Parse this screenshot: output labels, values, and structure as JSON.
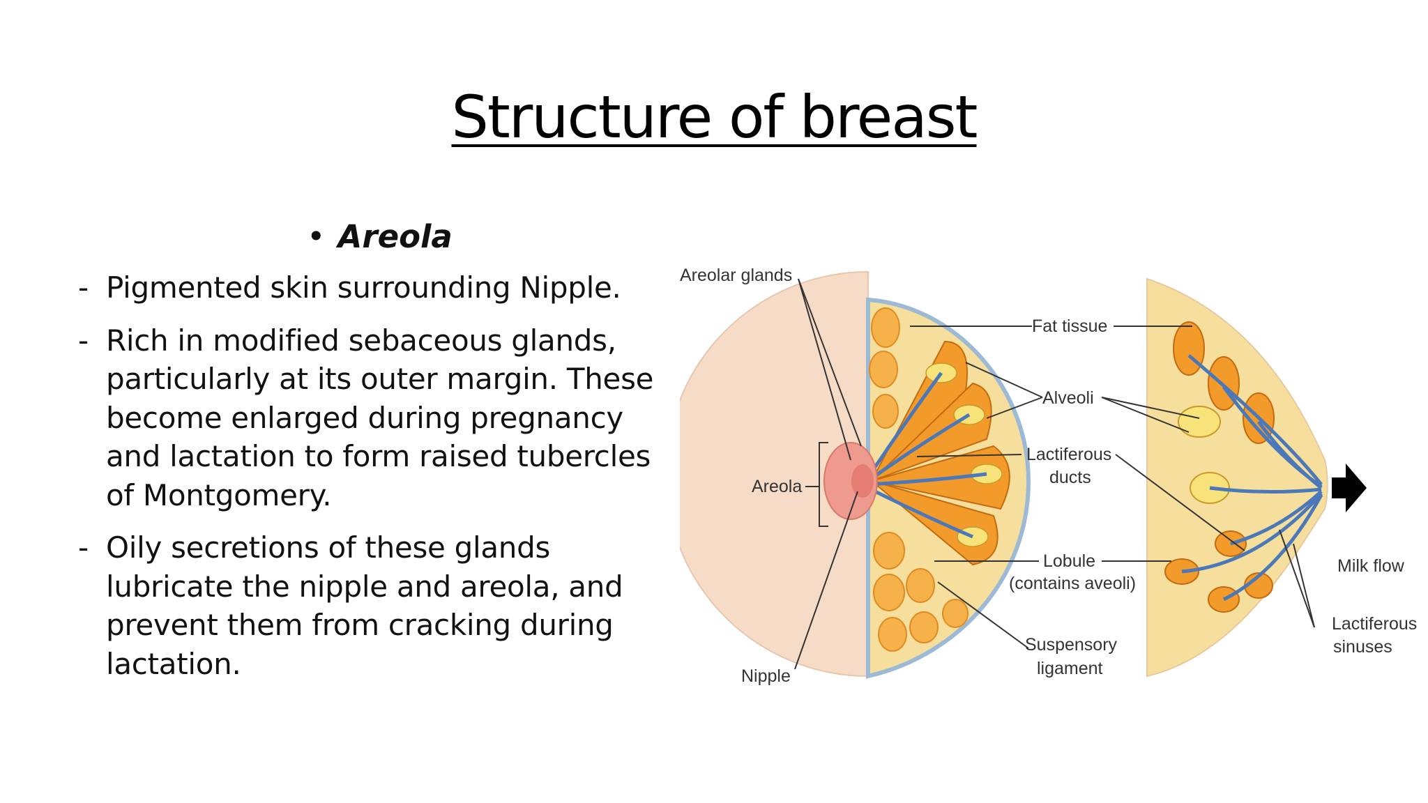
{
  "slide": {
    "title": "Structure of breast",
    "heading": {
      "bullet": "•",
      "text": "Areola"
    },
    "bullets": [
      {
        "dash": "-",
        "text": "Pigmented skin surrounding Nipple."
      },
      {
        "dash": "-",
        "text": "Rich in modified sebaceous glands, particularly at its outer margin. These become enlarged during pregnancy and lactation to form raised tubercles of Montgomery."
      },
      {
        "dash": "-",
        "text": "Oily secretions of these glands lubricate the nipple and areola, and prevent them from cracking during lactation."
      }
    ]
  },
  "diagram": {
    "labels": {
      "areolar_glands": "Areolar glands",
      "areola": "Areola",
      "nipple": "Nipple",
      "fat_tissue": "Fat tissue",
      "alveoli": "Alveoli",
      "lactiferous_ducts_1": "Lactiferous",
      "lactiferous_ducts_2": "ducts",
      "lobule_1": "Lobule",
      "lobule_2": "(contains aveoli)",
      "suspensory_1": "Suspensory",
      "suspensory_2": "ligament",
      "milk_flow": "Milk flow",
      "sinuses_1": "Lactiferous",
      "sinuses_2": "sinuses"
    },
    "colors": {
      "skin": "#f6dcc6",
      "areola": "#ee9a8e",
      "fat": "#f8df9a",
      "lobe": "#f29a2a",
      "duct": "#4a78b8",
      "arrow": "#000000"
    }
  }
}
